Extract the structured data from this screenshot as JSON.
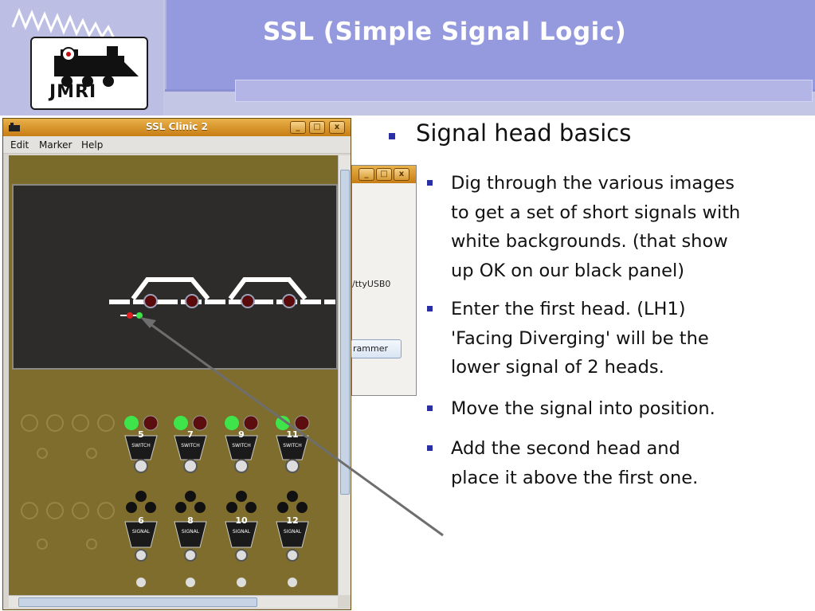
{
  "slide": {
    "title": "SSL (Simple Signal Logic)",
    "logo_text": "JMRI"
  },
  "window": {
    "title": "SSL Clinic 2",
    "menu": [
      "Edit",
      "Marker",
      "Help"
    ],
    "controls": {
      "minimize": "_",
      "maximize": "□",
      "close": "x"
    },
    "switch_labels": [
      "5",
      "7",
      "9",
      "11"
    ],
    "signal_labels": [
      "6",
      "8",
      "10",
      "12"
    ],
    "switch_plate_text": "SWITCH",
    "signal_plate_text": "SIGNAL"
  },
  "background_window": {
    "port_text": "/ttyUSB0",
    "button_label": "rammer"
  },
  "bullets": {
    "heading": "Signal head basics",
    "items": [
      {
        "lines": [
          "Dig through the various images",
          "to get a set of short signals with",
          "white backgrounds. (that show",
          "up OK on our black panel)"
        ]
      },
      {
        "lines": [
          "Enter the first head. (LH1)",
          "'Facing Diverging' will be the",
          "lower signal of 2 heads."
        ]
      },
      {
        "lines": [
          "Move the signal into position."
        ]
      },
      {
        "lines": [
          "Add the second head and",
          "place it above the first one."
        ]
      }
    ]
  },
  "colors": {
    "accent_bullet": "#2b2fa4",
    "title_band": "#9599de",
    "panel_olive": "#7e6d2c",
    "panel_black": "#2d2c2a",
    "led_green": "#3fe34a",
    "led_red": "#7a1010"
  }
}
